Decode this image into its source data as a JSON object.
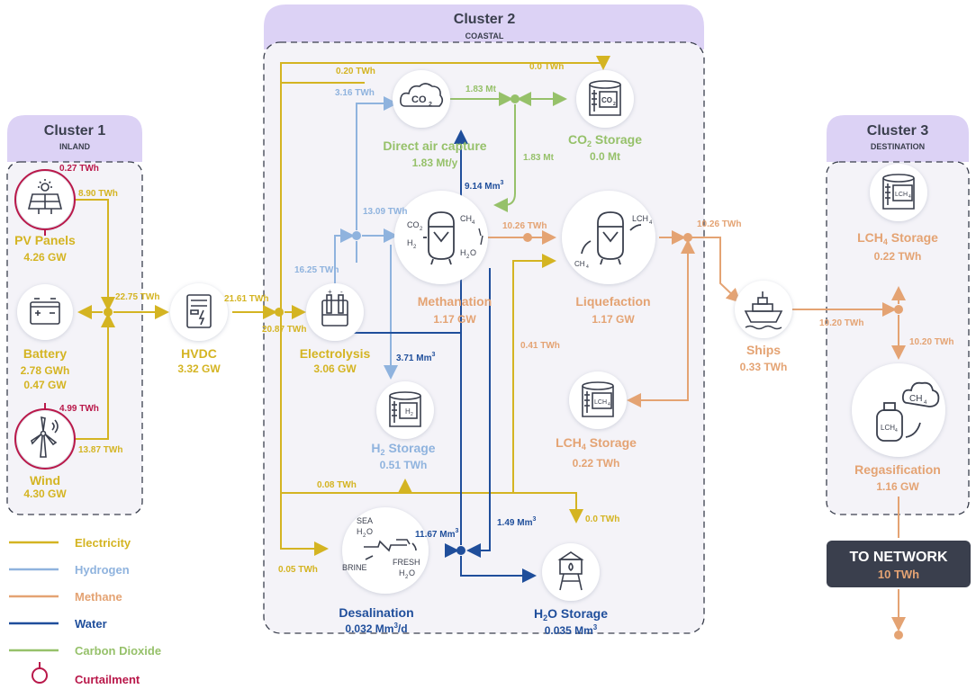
{
  "colors": {
    "electricity": "#d4b422",
    "hydrogen": "#8fb3de",
    "methane": "#e4a373",
    "water": "#1f4e9b",
    "carbon_dioxide": "#96c16a",
    "curtailment": "#b9184a",
    "cluster_header": "#dcd2f5",
    "network_box": "#3a3f4d"
  },
  "clusters": {
    "c1": {
      "title": "Cluster 1",
      "subtitle": "INLAND"
    },
    "c2": {
      "title": "Cluster 2",
      "subtitle": "COASTAL"
    },
    "c3": {
      "title": "Cluster 3",
      "subtitle": "DESTINATION"
    }
  },
  "nodes": {
    "pv": {
      "name": "PV Panels",
      "v1": "4.26 GW"
    },
    "battery": {
      "name": "Battery",
      "v1": "2.78 GWh",
      "v2": "0.47 GW"
    },
    "wind": {
      "name": "Wind",
      "v1": "4.30 GW"
    },
    "hvdc": {
      "name": "HVDC",
      "v1": "3.32 GW"
    },
    "electrolysis": {
      "name": "Electrolysis",
      "v1": "3.06 GW"
    },
    "dac": {
      "name": "Direct air capture",
      "v1": "1.83 Mt/y"
    },
    "co2_storage": {
      "name_a": "CO",
      "name_sub": "2",
      "name_b": " Storage",
      "v1": "0.0 Mt"
    },
    "methanation": {
      "name": "Methanation",
      "v1": "1.17 GW"
    },
    "liquefaction": {
      "name": "Liquefaction",
      "v1": "1.17 GW"
    },
    "h2_storage": {
      "name_a": "H",
      "name_sub": "2",
      "name_b": " Storage",
      "v1": "0.51 TWh"
    },
    "lch4_storage_c2": {
      "name_a": "LCH",
      "name_sub": "4",
      "name_b": " Storage",
      "v1": "0.22 TWh"
    },
    "desalination": {
      "name": "Desalination",
      "v1_a": "0.032 Mm",
      "v1_sup": "3",
      "v1_b": "/d"
    },
    "h2o_storage": {
      "name_a": "H",
      "name_sub": "2",
      "name_b": "O Storage",
      "v1_a": "0.035 Mm",
      "v1_sup": "3"
    },
    "ships": {
      "name": "Ships",
      "v1": "0.33 TWh"
    },
    "lch4_storage_c3": {
      "name_a": "LCH",
      "name_sub": "4",
      "name_b": " Storage",
      "v1": "0.22 TWh"
    },
    "regasification": {
      "name": "Regasification",
      "v1": "1.16 GW"
    }
  },
  "icon_labels": {
    "co2": "CO",
    "co2_sub": "2",
    "h2": "H",
    "h2_sub": "2",
    "ch4": "CH",
    "ch4_sub": "4",
    "h2o": "H",
    "h2o_sub": "2",
    "h2o_o": "O",
    "lch4": "LCH",
    "lch4_sub": "4",
    "sea": "SEA",
    "brine": "BRINE",
    "fresh": "FRESH"
  },
  "flows": {
    "pv_curt": "0.27 TWh",
    "pv_out": "8.90 TWh",
    "to_hvdc": "22.75 TWh",
    "wind_curt": "4.99 TWh",
    "wind_out": "13.87 TWh",
    "hvdc_out": "21.61 TWh",
    "to_electrolysis": "20.87 TWh",
    "elec_top": "0.20 TWh",
    "elec_co2storage": "0.0 TWh",
    "h2_to_dac": "3.16 TWh",
    "co2_dac_out": "1.83 Mt",
    "co2_to_meth": "1.83 Mt",
    "water_to_dac_a": "9.14 Mm",
    "water_to_dac_sup": "3",
    "h2_to_meth": "13.09 TWh",
    "h2_from_elec": "16.25 TWh",
    "ch4_meth_out": "10.26 TWh",
    "water_to_elec_a": "3.71 Mm",
    "water_to_elec_sup": "3",
    "elec_to_liq": "0.41 TWh",
    "ch4_liq_out": "10.26 TWh",
    "elec_to_h2stor": "0.08 TWh",
    "desal_out_a": "11.67 Mm",
    "desal_out_sup": "3",
    "meth_water_a": "1.49 Mm",
    "meth_water_sup": "3",
    "elec_h2ostor": "0.0 TWh",
    "elec_desal": "0.05 TWh",
    "ships_out": "10.20 TWh",
    "to_regas": "10.20 TWh"
  },
  "network": {
    "title": "TO NETWORK",
    "value": "10 TWh"
  },
  "legend": [
    {
      "label": "Electricity",
      "type": "electricity"
    },
    {
      "label": "Hydrogen",
      "type": "hydrogen"
    },
    {
      "label": "Methane",
      "type": "methane"
    },
    {
      "label": "Water",
      "type": "water"
    },
    {
      "label": "Carbon Dioxide",
      "type": "carbon_dioxide"
    },
    {
      "label": "Curtailment",
      "type": "curtailment"
    }
  ]
}
